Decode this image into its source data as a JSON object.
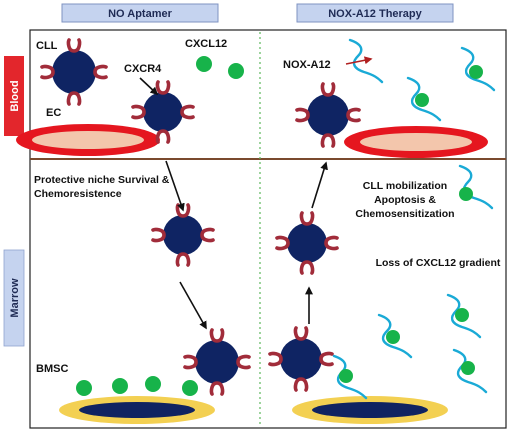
{
  "header": {
    "left": "NO Aptamer",
    "right": "NOX-A12 Therapy"
  },
  "side": {
    "blood": "Blood",
    "marrow": "Marrow"
  },
  "labels": {
    "cll": "CLL",
    "cxcl12": "CXCL12",
    "cxcr4": "CXCR4",
    "ec": "EC",
    "nox": "NOX-A12",
    "niche_line1": "Protective niche Survival &",
    "niche_line2": "Chemoresistence",
    "bmsc": "BMSC",
    "mob_line1": "CLL mobilization",
    "mob_line2": "Apoptosis &",
    "mob_line3": "Chemosensitization",
    "loss": "Loss of CXCL12 gradient"
  },
  "colors": {
    "header_fill": "#c5d3ef",
    "blood_tag": "#e3262c",
    "marrow_tag": "#c5d3ef",
    "cell": "#0f2463",
    "receptor": "#a12c3a",
    "cxcl12": "#17b34a",
    "aptamer": "#1aaad6",
    "endothelium_outer": "#e5161f",
    "endothelium_inner": "#f3c6ac",
    "bmsc_outer": "#f3d052",
    "bmsc_inner": "#102361",
    "divider": "#7a4a2e",
    "center_dash": "#5cb85c"
  }
}
